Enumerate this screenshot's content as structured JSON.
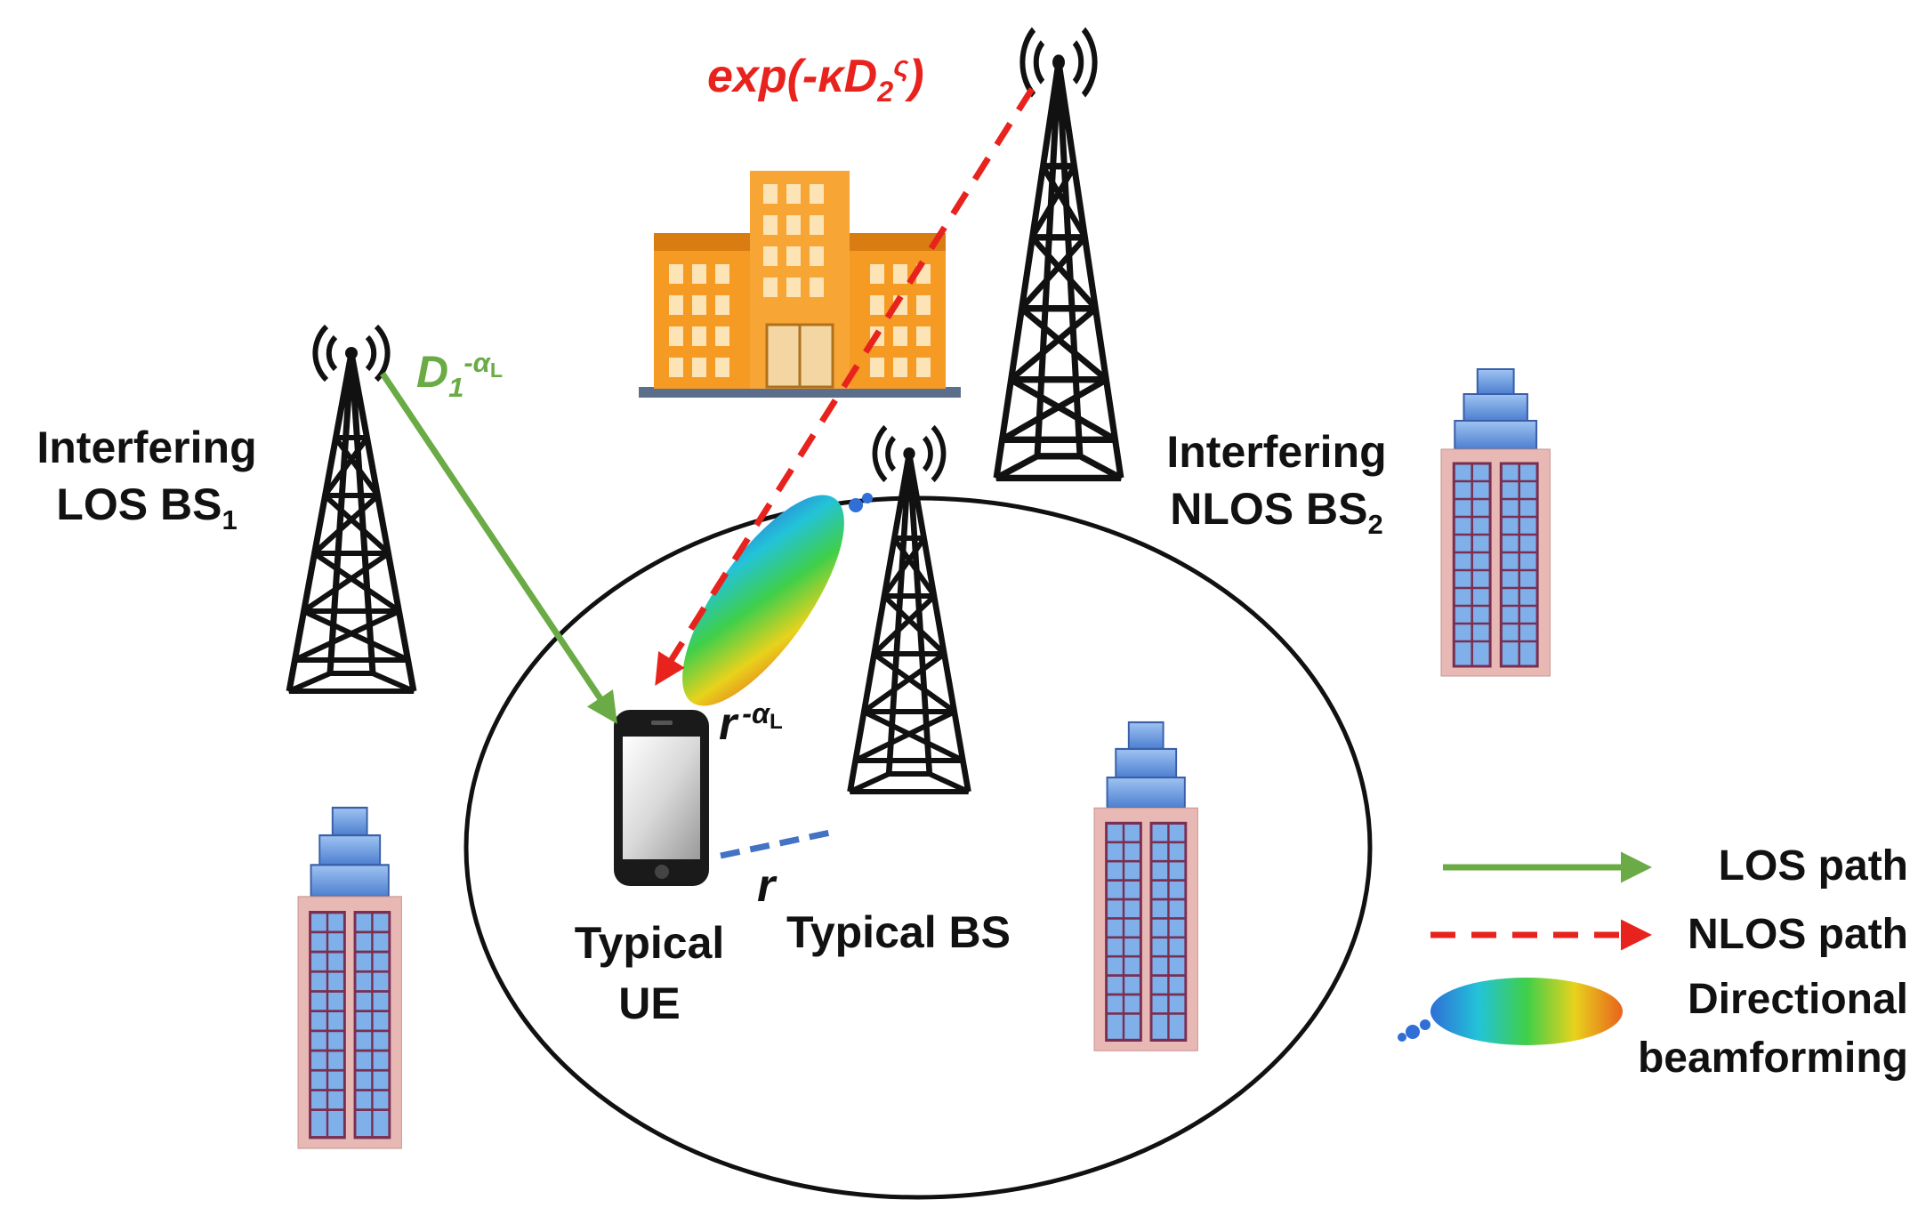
{
  "labels": {
    "interfering_los": {
      "line1": "Interfering",
      "line2": "LOS BS",
      "sub": "1"
    },
    "interfering_nlos": {
      "line1": "Interfering",
      "line2": "NLOS BS",
      "sub": "2"
    },
    "typical_ue": {
      "line1": "Typical",
      "line2": "UE"
    },
    "typical_bs": "Typical BS"
  },
  "formulas": {
    "nlos_gain": {
      "prefix": "exp(-κD",
      "sub": "2",
      "sup": "ς",
      "suffix": ")"
    },
    "los_gain": {
      "base": "D",
      "sub": "1",
      "sup_prefix": "-α",
      "sup_sub": "L"
    },
    "serving_gain": {
      "base": "r",
      "sup_prefix": "-α",
      "sup_sub": "L"
    },
    "distance": "r"
  },
  "legend": {
    "los": "LOS path",
    "nlos": "NLOS path",
    "beam_line1": "Directional",
    "beam_line2": "beamforming"
  },
  "colors": {
    "los": "#6aab45",
    "nlos": "#e8231e",
    "distance": "#4472c4",
    "building_orange": "#f59a23",
    "tower": "#111111"
  }
}
